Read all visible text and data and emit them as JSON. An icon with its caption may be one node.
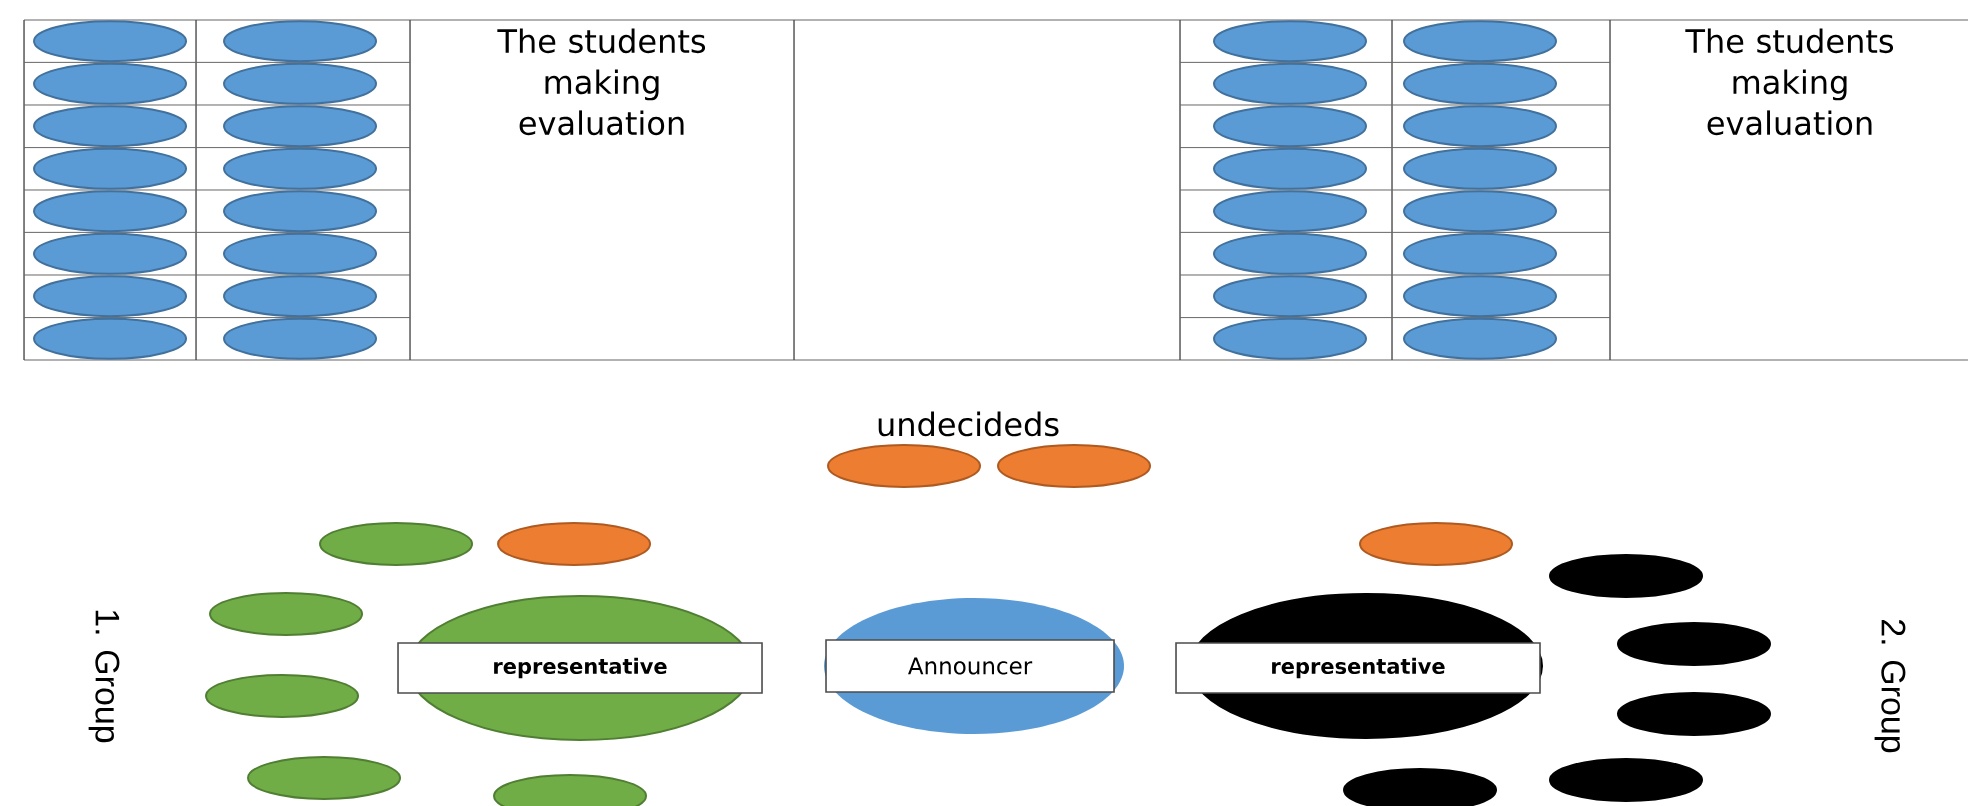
{
  "diagram": {
    "nodes": [
      {
        "text": [
          "The students making evaluation"
        ]
      },
      {
        "text": [
          "The students making evaluation"
        ]
      },
      {
        "text": [
          "representative"
        ]
      },
      {
        "text": [
          "Announcer"
        ]
      },
      {
        "text": [
          "representative"
        ]
      }
    ],
    "edges": [],
    "labels": [
      "undecideds",
      "1. Group",
      "2. Group"
    ]
  }
}
